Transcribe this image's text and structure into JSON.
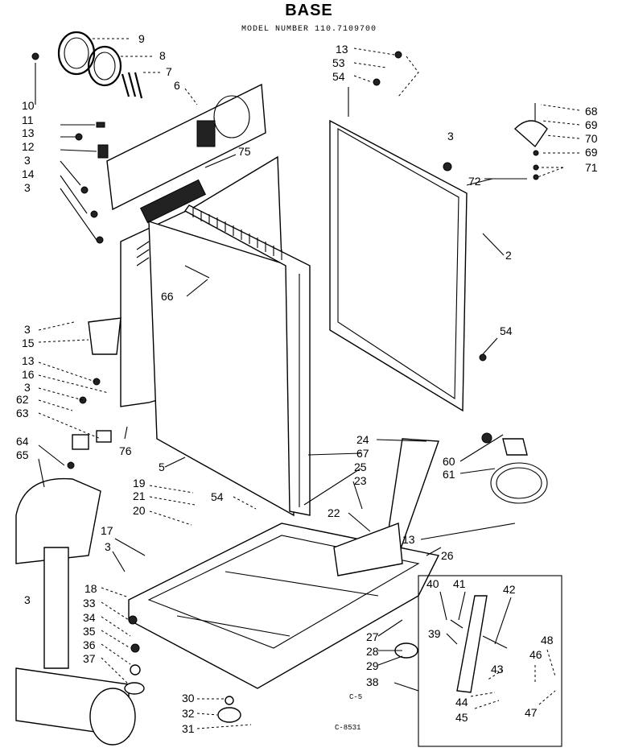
{
  "header": {
    "title": "BASE",
    "model": "MODEL NUMBER 110.7109700"
  },
  "footer": {
    "code_left": "C-5",
    "code_bottom": "C-8531"
  },
  "callouts": [
    "9",
    "8",
    "7",
    "6",
    "10",
    "11",
    "13",
    "12",
    "3",
    "14",
    "3",
    "75",
    "13",
    "53",
    "54",
    "3",
    "72",
    "68",
    "69",
    "70",
    "69",
    "71",
    "2",
    "66",
    "54",
    "3",
    "15",
    "13",
    "16",
    "3",
    "62",
    "63",
    "76",
    "64",
    "65",
    "5",
    "3",
    "19",
    "21",
    "20",
    "54",
    "24",
    "67",
    "25",
    "23",
    "60",
    "61",
    "22",
    "13",
    "26",
    "17",
    "3",
    "18",
    "33",
    "34",
    "35",
    "36",
    "37",
    "40",
    "41",
    "42",
    "39",
    "27",
    "28",
    "29",
    "38",
    "48",
    "46",
    "43",
    "44",
    "45",
    "47",
    "30",
    "32",
    "31"
  ]
}
